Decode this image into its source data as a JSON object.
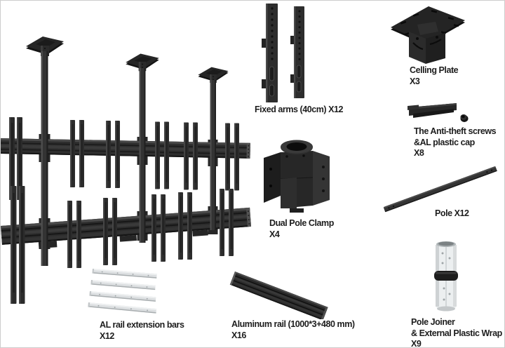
{
  "colors": {
    "background": "#ffffff",
    "frame_border": "#cdcdcd",
    "text": "#1d1d1d",
    "part_dark": "#2b2b2b",
    "part_mid": "#3a3a3a",
    "part_highlight": "#4a4a4a",
    "part_silver": "#dcdfe1",
    "joiner_white": "#eceff0",
    "ring_black": "#1d1d1d"
  },
  "assembly": {
    "icon": "ceiling-video-wall-assembly-illustration"
  },
  "parts": [
    {
      "id": "fixed-arms",
      "icon": "fixed-arm-brackets-illustration",
      "lines": [
        "Fixed arms (40cm) X12"
      ]
    },
    {
      "id": "ceiling-plate",
      "icon": "ceiling-plate-illustration",
      "lines": [
        "Celling Plate",
        "X3"
      ]
    },
    {
      "id": "anti-theft",
      "icon": "anti-theft-screw-and-cap-illustration",
      "lines": [
        "The Anti-theft screws",
        "&AL plastic cap",
        "X8"
      ]
    },
    {
      "id": "dual-pole-clamp",
      "icon": "dual-pole-clamp-illustration",
      "lines": [
        "Dual Pole Clamp",
        "X4"
      ]
    },
    {
      "id": "pole",
      "icon": "pole-illustration",
      "lines": [
        "Pole X12"
      ]
    },
    {
      "id": "al-rail-extension-bars",
      "icon": "rail-extension-bars-illustration",
      "lines": [
        "AL rail extension bars",
        "X12"
      ]
    },
    {
      "id": "aluminum-rail",
      "icon": "aluminum-rail-illustration",
      "lines": [
        "Aluminum rail (1000*3+480 mm)",
        "X16"
      ]
    },
    {
      "id": "pole-joiner",
      "icon": "pole-joiner-illustration",
      "lines": [
        "Pole Joiner",
        "& External Plastic Wrap",
        "X9"
      ]
    }
  ]
}
